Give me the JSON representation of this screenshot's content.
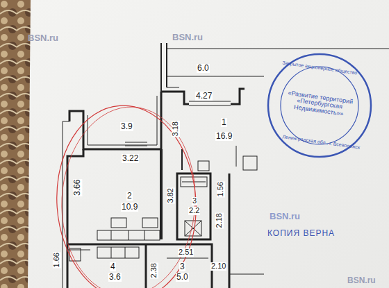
{
  "diagram": {
    "labels": [
      "BSN.ru",
      "BSN.ru",
      "6.0",
      "4.27",
      "3.9",
      "3.18",
      "1",
      "16.9",
      "3.22",
      "3.66",
      "3.82",
      "1.56",
      "2",
      "10.9",
      "3",
      "2.2",
      "2.18",
      "1.66",
      "2.51",
      "2.10",
      "4",
      "3.6",
      "2.38",
      "3",
      "5.0",
      "Закрытое акционерное общество",
      "«Развитие территорий «Петербургская Недвижимость»»",
      "Ленинградская обл., г. Всеволожск",
      "BSN.ru",
      "КОПИЯ ВЕРНА",
      "BSN.ru"
    ]
  }
}
